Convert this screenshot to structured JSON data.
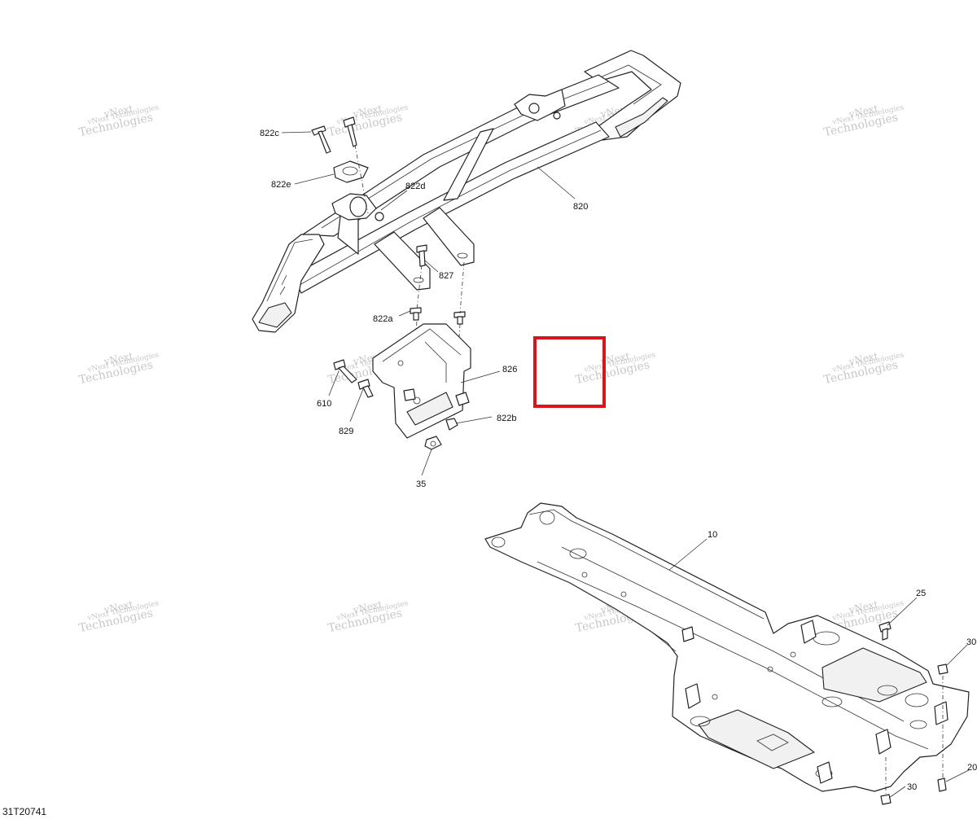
{
  "drawing": {
    "reference": "31T20741",
    "highlight_color": "#d9151c"
  },
  "watermark": {
    "line1": "vNext",
    "line2": "Technologies",
    "full": "vNext Technologies"
  },
  "callouts": {
    "c822c": "822c",
    "c822e": "822e",
    "c822d": "822d",
    "c820": "820",
    "c827": "827",
    "c822a": "822a",
    "c826": "826",
    "c610": "610",
    "c829": "829",
    "c822b": "822b",
    "c35": "35",
    "c10": "10",
    "c25": "25",
    "c30a": "30",
    "c30b": "30",
    "c20": "20"
  }
}
